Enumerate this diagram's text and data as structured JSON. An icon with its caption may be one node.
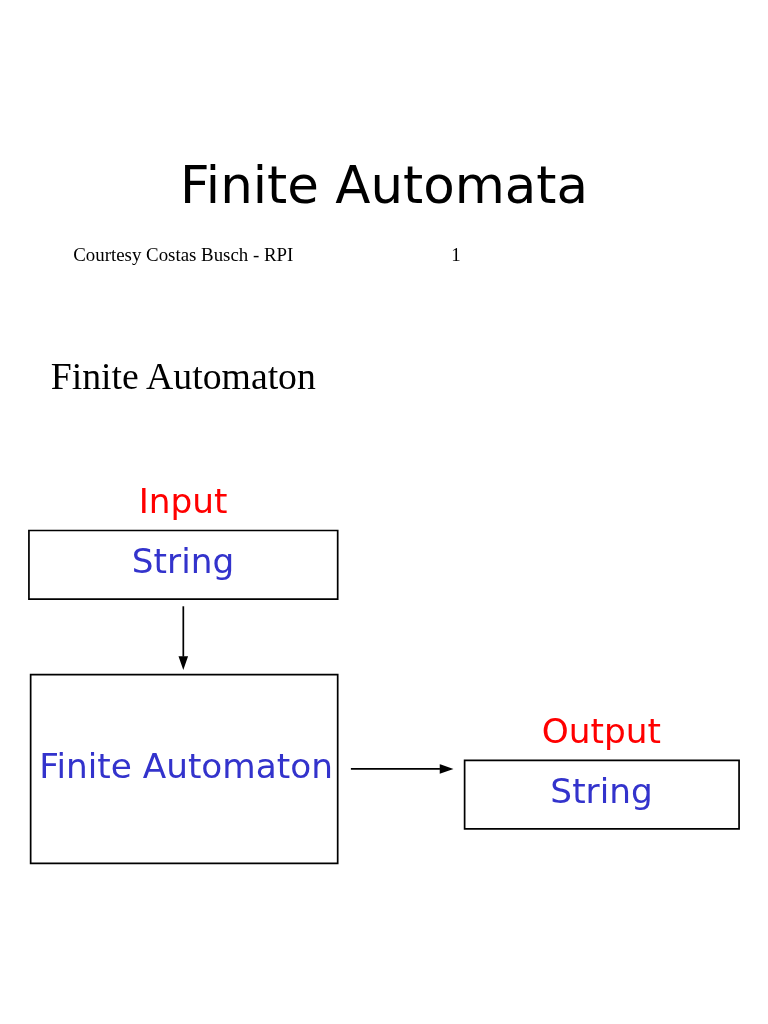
{
  "diagram": {
    "title": "Finite Automata",
    "nodes": [
      {
        "text": [
          "Input",
          "String"
        ]
      },
      {
        "text": [
          "Finite Automaton"
        ]
      },
      {
        "text": [
          "Output",
          "String"
        ]
      }
    ],
    "edges": [
      {
        "from": 0,
        "to": 1,
        "arrow": "to"
      },
      {
        "from": 1,
        "to": 2,
        "arrow": "to"
      }
    ],
    "labels": [
      "Courtesy Costas Busch - RPI",
      "1",
      "Finite Automaton"
    ]
  }
}
